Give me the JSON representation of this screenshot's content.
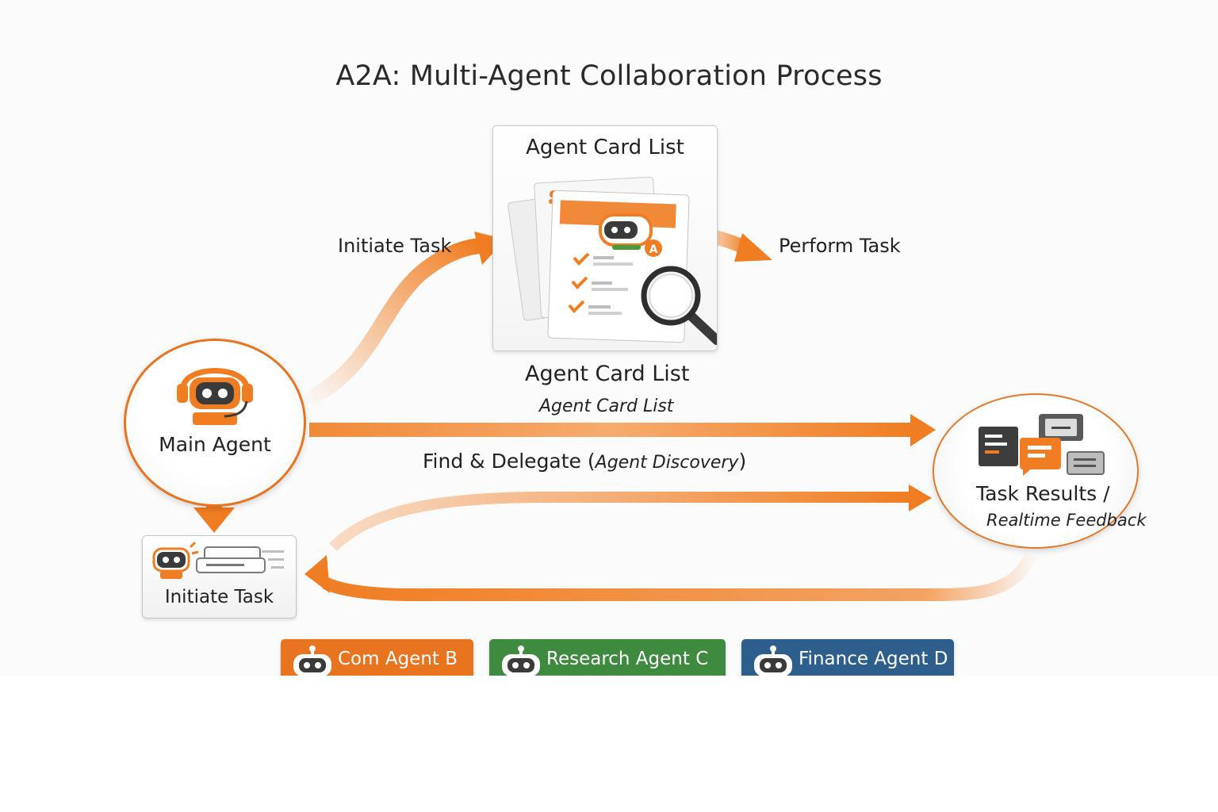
{
  "title": "A2A: Multi-Agent Collaboration Process",
  "card_panel": {
    "title": "Agent Card List",
    "badge_letter": "A"
  },
  "labels": {
    "initiate_task_top": "Initiate Task",
    "perform_task": "Perform Task",
    "agent_card_list": "Agent Card List",
    "agent_card_list_italic": "Agent Card List",
    "find_delegate": "Find & Delegate (",
    "agent_discovery": "Agent Discovery",
    "find_delegate_close": ")"
  },
  "main_agent": {
    "label": "Main Agent"
  },
  "results": {
    "line1": "Task Results /",
    "line2": "Realtime Feedback"
  },
  "task_box": {
    "label": "Initiate Task"
  },
  "agents": [
    {
      "label": "Com Agent B",
      "color": "#e8741f"
    },
    {
      "label": "Research Agent C",
      "color": "#3e8a3e"
    },
    {
      "label": "Finance Agent D",
      "color": "#2e5f8c"
    }
  ],
  "colors": {
    "accent": "#f07d22",
    "dark": "#3a3a3a"
  }
}
